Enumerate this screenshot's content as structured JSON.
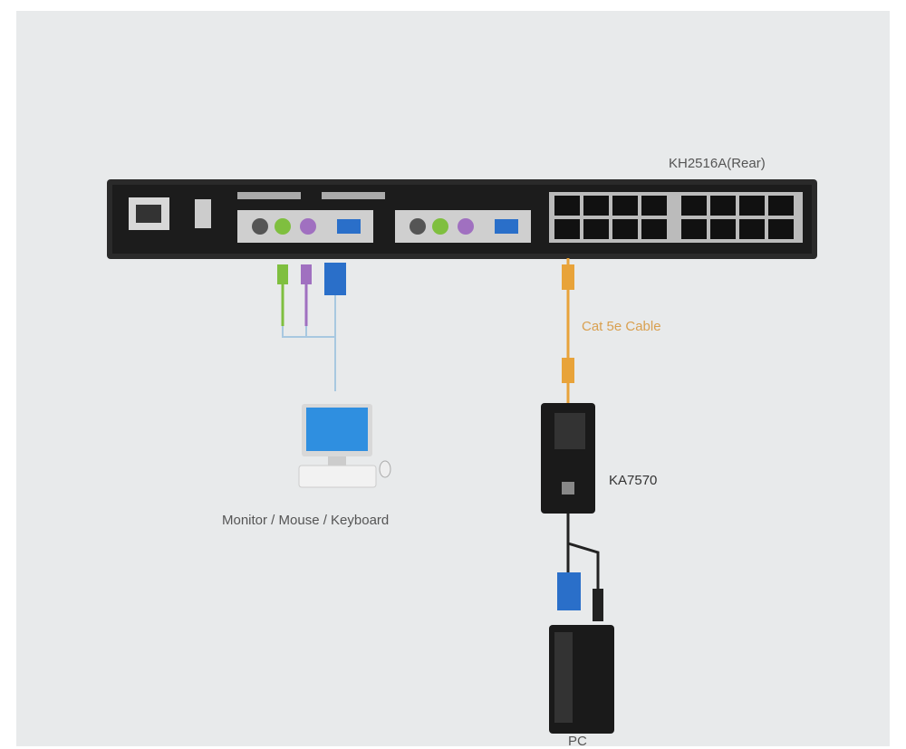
{
  "device_label": "KH2516A(Rear)",
  "cable_label": "Cat 5e Cable",
  "adapter_label": "KA7570",
  "console_label": "Monitor / Mouse / Keyboard",
  "pc_label": "PC",
  "colors": {
    "cable": "#e8a33a",
    "device": "#222222",
    "vga": "#2a6fc9",
    "ps2_green": "#7fbf3f",
    "ps2_purple": "#a070c0"
  }
}
